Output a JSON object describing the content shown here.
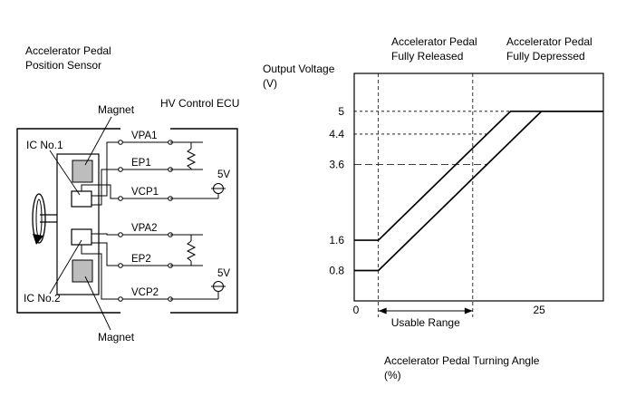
{
  "sensor_diagram": {
    "sensor_title_line1": "Accelerator Pedal",
    "sensor_title_line2": "Position Sensor",
    "ecu_label": "HV Control ECU",
    "magnet_top_label": "Magnet",
    "magnet_bottom_label": "Magnet",
    "ic1_label": "IC No.1",
    "ic2_label": "IC No.2",
    "terminals": [
      "VPA1",
      "EP1",
      "VCP1",
      "VPA2",
      "EP2",
      "VCP2"
    ],
    "supply_voltage_1": "5V",
    "supply_voltage_2": "5V"
  },
  "chart_labels": {
    "released_line1": "Accelerator Pedal",
    "released_line2": "Fully Released",
    "depressed_line1": "Accelerator Pedal",
    "depressed_line2": "Fully Depressed",
    "usable_range": "Usable Range"
  },
  "chart_data": {
    "type": "line",
    "ylabel_line1": "Output Voltage",
    "ylabel_line2": "(V)",
    "xlabel_line1": "Accelerator Pedal Turning Angle",
    "xlabel_line2": "(%)",
    "x_ticks": [
      "0",
      "25"
    ],
    "y_ticks": [
      "0.8",
      "1.6",
      "3.6",
      "4.4",
      "5"
    ],
    "series": [
      {
        "points": [
          [
            0,
            1.6
          ],
          [
            3.2,
            1.6
          ],
          [
            20.7,
            5.0
          ],
          [
            33,
            5.0
          ]
        ]
      },
      {
        "points": [
          [
            0,
            0.8
          ],
          [
            3.2,
            0.8
          ],
          [
            24.8,
            5.0
          ],
          [
            33,
            5.0
          ]
        ]
      }
    ],
    "reference_x": [
      3.2,
      15.7
    ],
    "xlim": [
      0,
      33
    ],
    "ylim": [
      0,
      6.0
    ],
    "grid": false
  }
}
